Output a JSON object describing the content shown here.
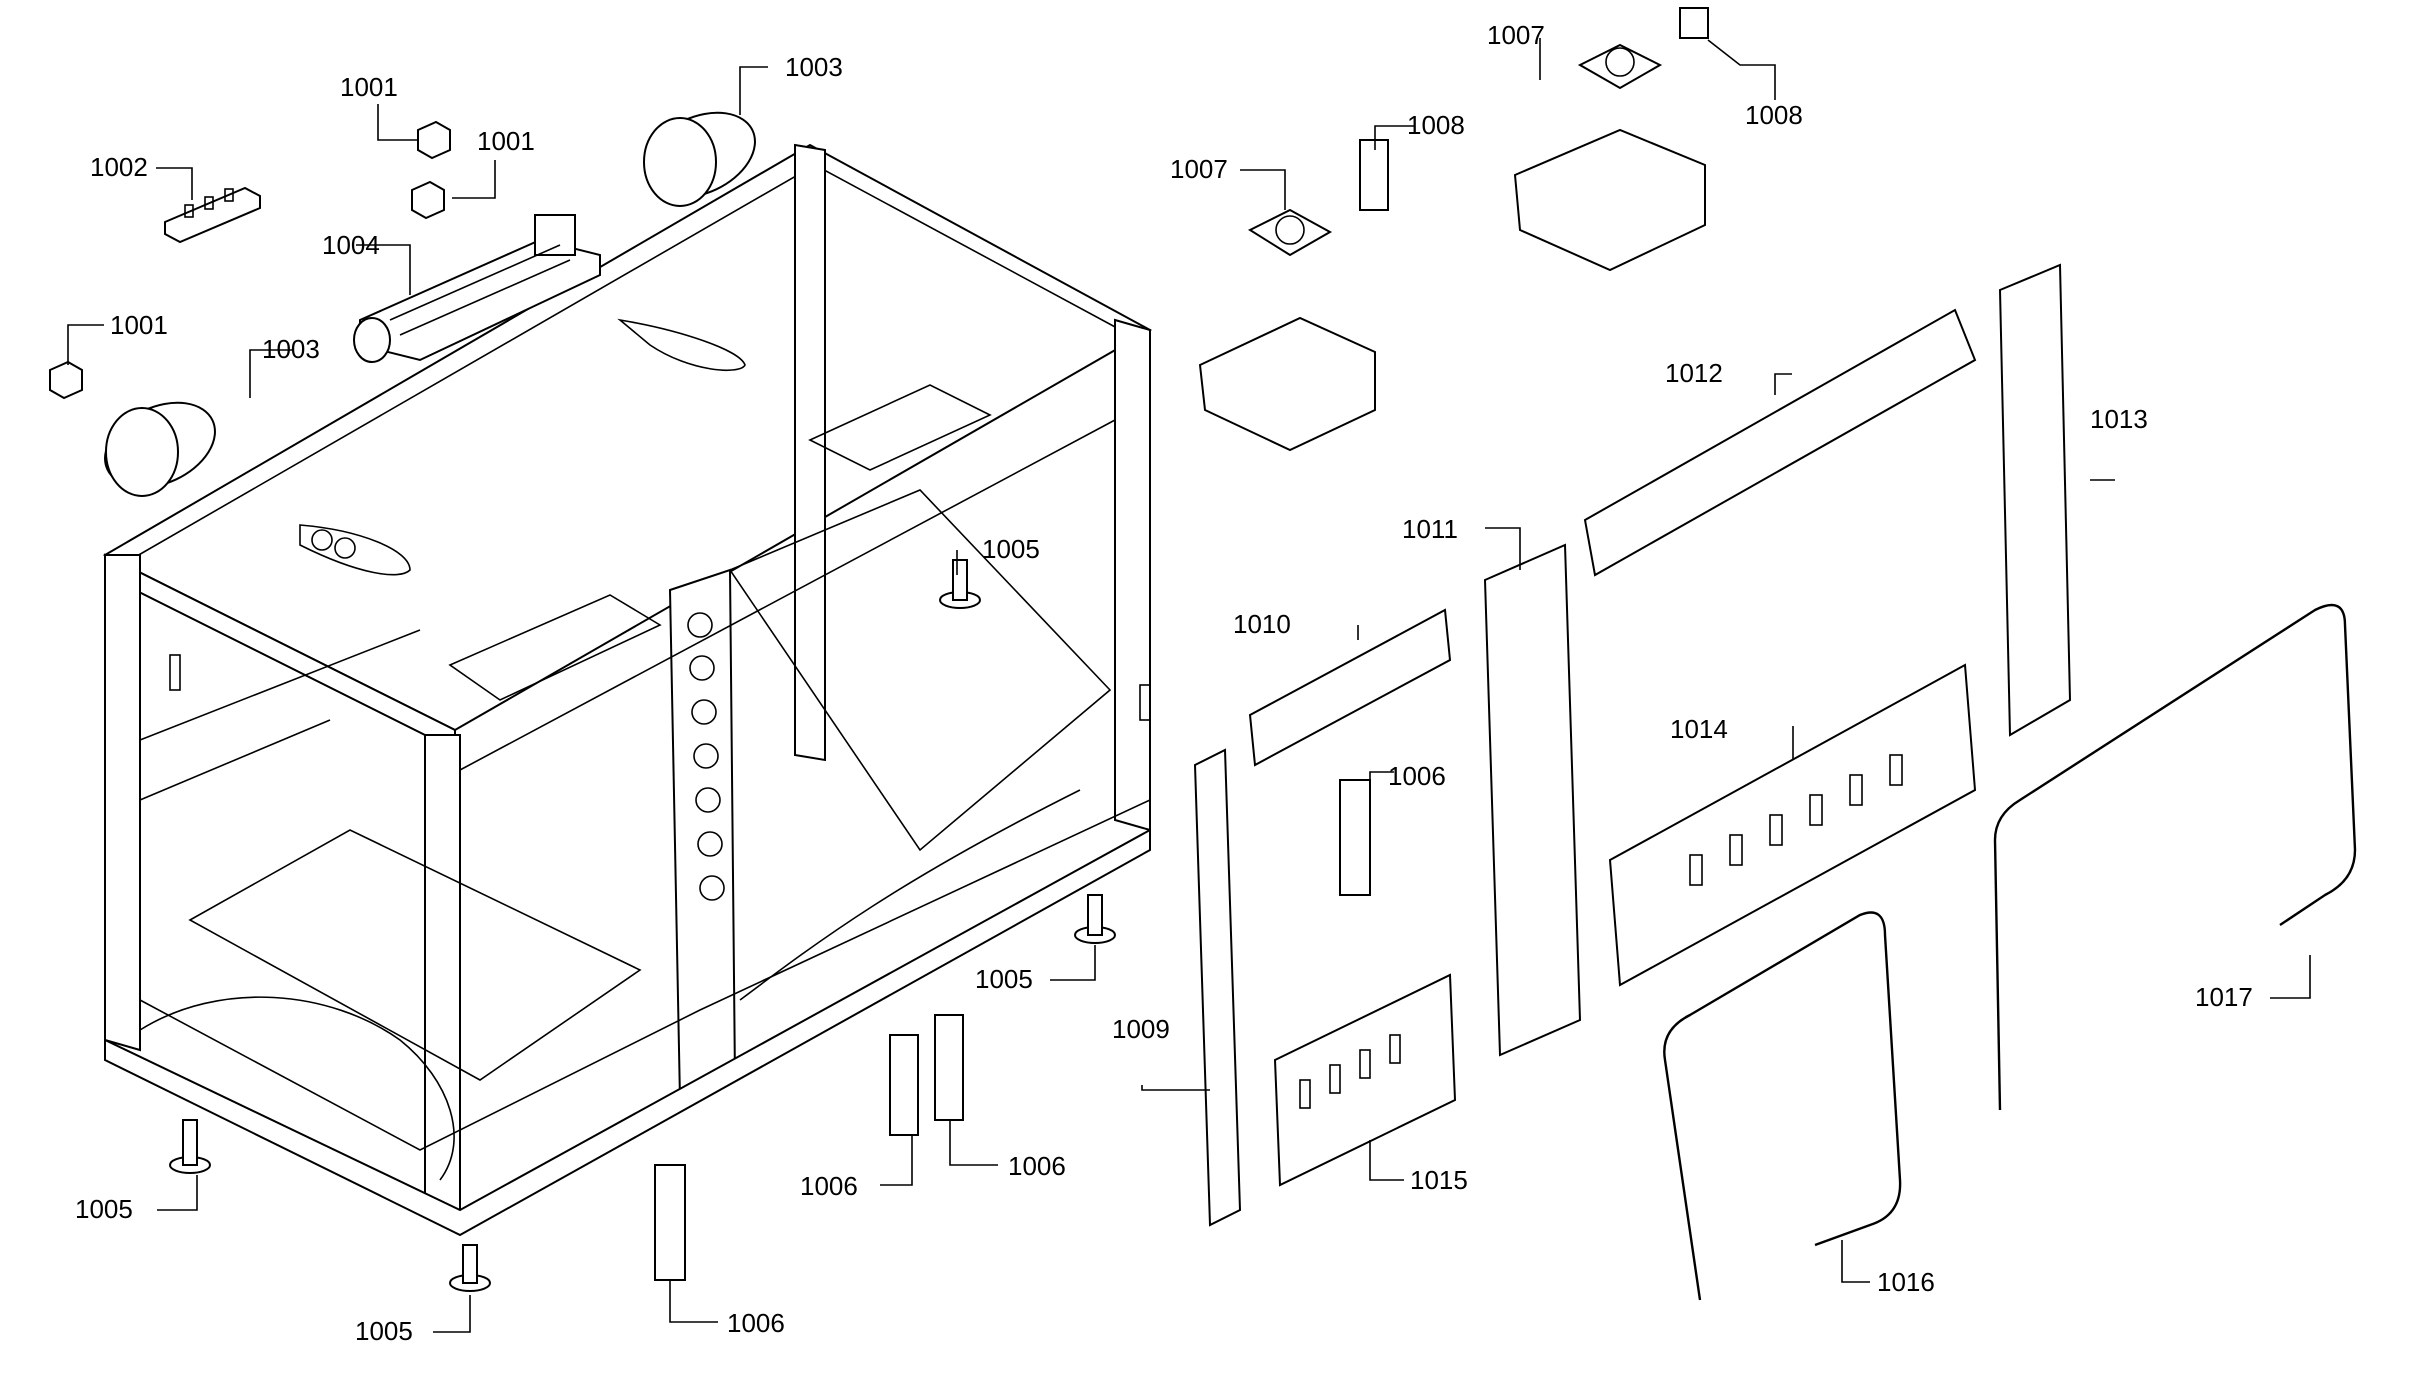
{
  "diagram": {
    "background": "#ffffff",
    "stroke": "#000000",
    "callouts": [
      {
        "id": "c1001a",
        "text": "1001"
      },
      {
        "id": "c1001b",
        "text": "1001"
      },
      {
        "id": "c1001c",
        "text": "1001"
      },
      {
        "id": "c1002",
        "text": "1002"
      },
      {
        "id": "c1003a",
        "text": "1003"
      },
      {
        "id": "c1003b",
        "text": "1003"
      },
      {
        "id": "c1004",
        "text": "1004"
      },
      {
        "id": "c1005a",
        "text": "1005"
      },
      {
        "id": "c1005b",
        "text": "1005"
      },
      {
        "id": "c1005c",
        "text": "1005"
      },
      {
        "id": "c1005d",
        "text": "1005"
      },
      {
        "id": "c1006a",
        "text": "1006"
      },
      {
        "id": "c1006b",
        "text": "1006"
      },
      {
        "id": "c1006c",
        "text": "1006"
      },
      {
        "id": "c1006d",
        "text": "1006"
      },
      {
        "id": "c1007a",
        "text": "1007"
      },
      {
        "id": "c1007b",
        "text": "1007"
      },
      {
        "id": "c1008a",
        "text": "1008"
      },
      {
        "id": "c1008b",
        "text": "1008"
      },
      {
        "id": "c1009",
        "text": "1009"
      },
      {
        "id": "c1010",
        "text": "1010"
      },
      {
        "id": "c1011",
        "text": "1011"
      },
      {
        "id": "c1012",
        "text": "1012"
      },
      {
        "id": "c1013",
        "text": "1013"
      },
      {
        "id": "c1014",
        "text": "1014"
      },
      {
        "id": "c1015",
        "text": "1015"
      },
      {
        "id": "c1016",
        "text": "1016"
      },
      {
        "id": "c1017",
        "text": "1017"
      }
    ]
  }
}
